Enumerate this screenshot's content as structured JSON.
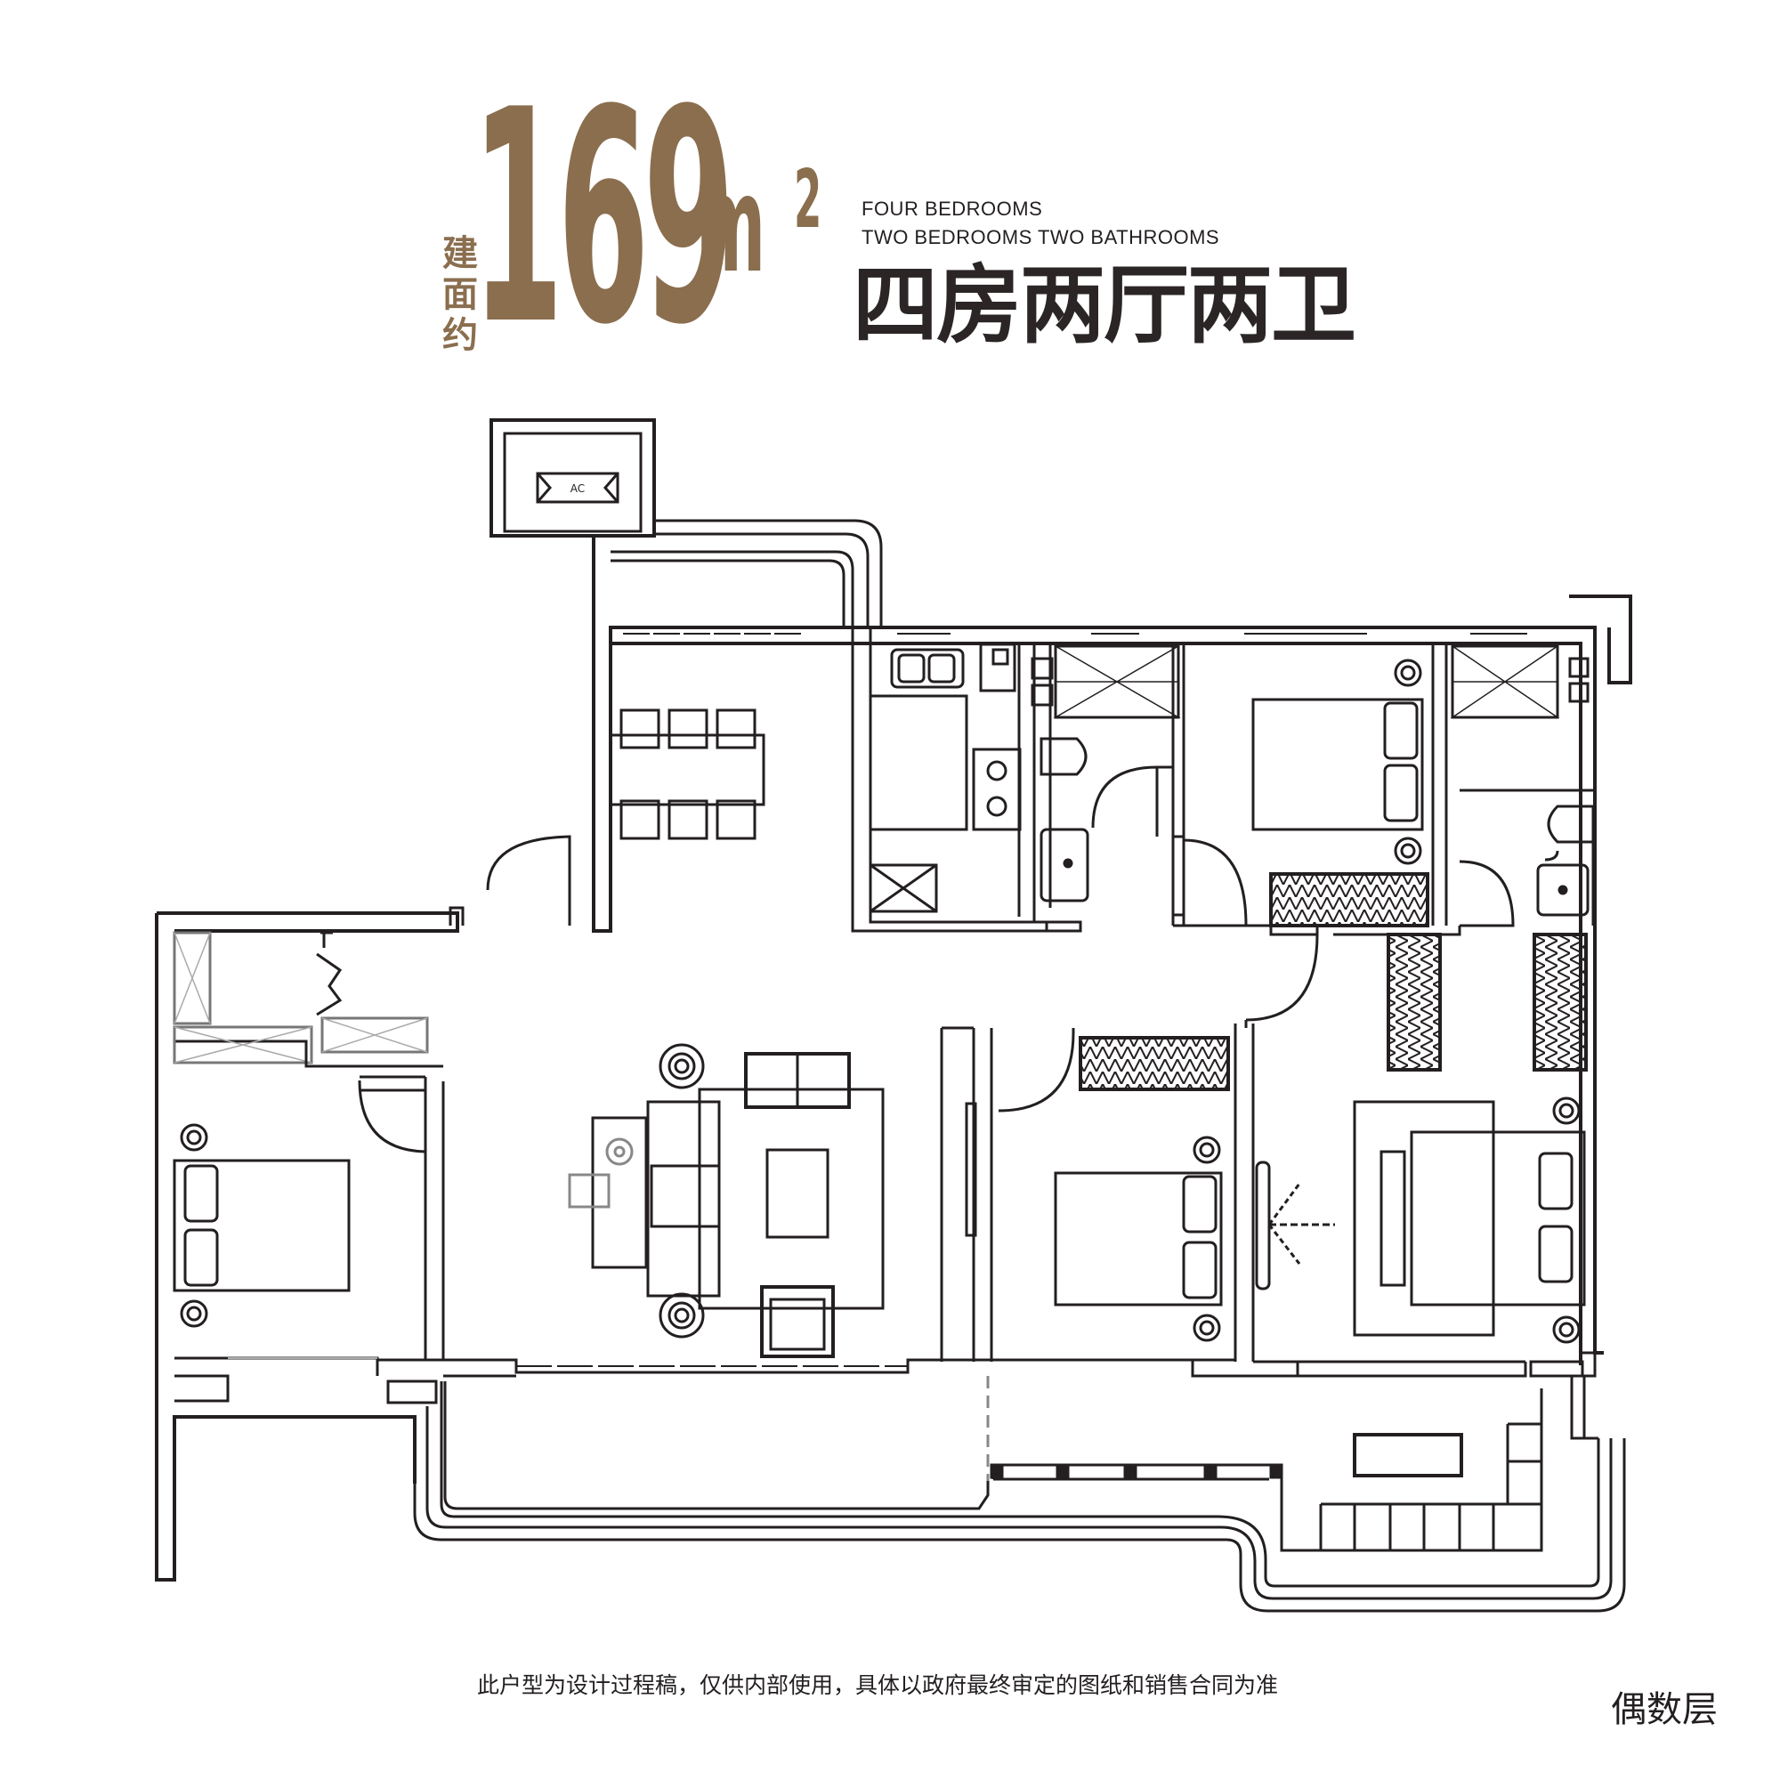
{
  "header": {
    "area_label_chars": [
      "建",
      "面",
      "约"
    ],
    "area_value": "169",
    "area_unit": "m",
    "area_unit_sup": "2",
    "subtitle_en_line1": "FOUR BEDROOMS",
    "subtitle_en_line2": "TWO BEDROOMS TWO BATHROOMS",
    "title_zh": "四房两厅两卫"
  },
  "plan": {
    "ac_unit_label": "AC"
  },
  "footer": {
    "disclaimer": "此户型为设计过程稿，仅供内部使用，具体以政府最终审定的图纸和销售合同为准",
    "floor_type": "偶数层"
  },
  "colors": {
    "accent_bronze": "#8a6e4e",
    "line": "#231f20",
    "background": "#ffffff"
  }
}
